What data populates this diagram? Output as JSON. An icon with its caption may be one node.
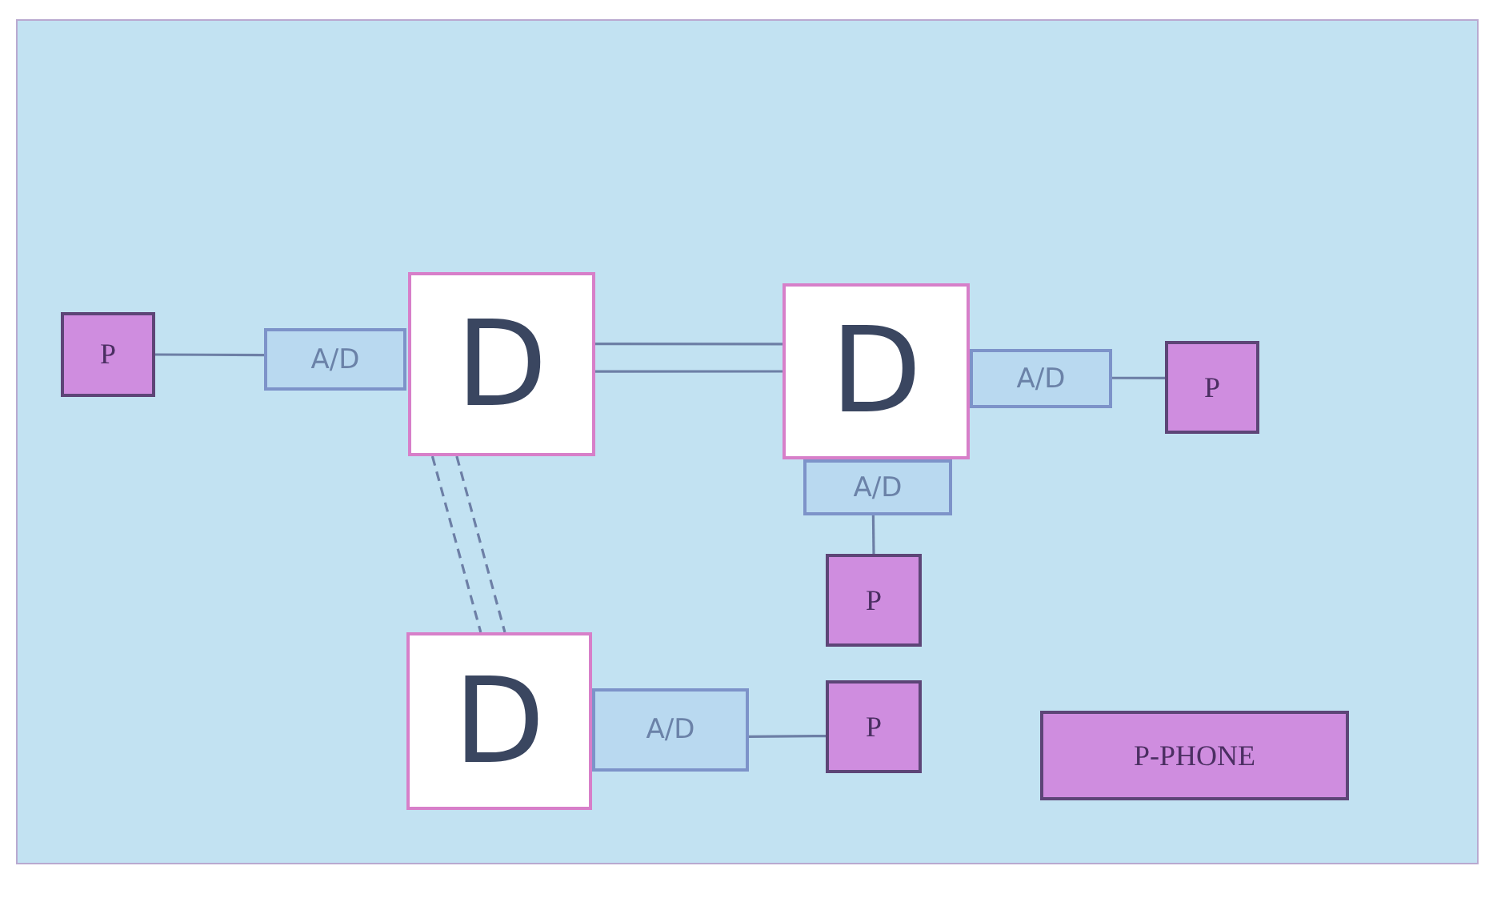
{
  "diagram": {
    "nodes": [
      {
        "text": [
          "P"
        ]
      },
      {
        "text": [
          "A/D"
        ]
      },
      {
        "text": [
          "D"
        ]
      },
      {
        "text": [
          "D"
        ]
      },
      {
        "text": [
          "A/D"
        ]
      },
      {
        "text": [
          "P"
        ]
      },
      {
        "text": [
          "A/D"
        ]
      },
      {
        "text": [
          "P"
        ]
      },
      {
        "text": [
          "D"
        ]
      },
      {
        "text": [
          "A/D"
        ]
      },
      {
        "text": [
          "P"
        ]
      },
      {
        "text": [
          "P-PHONE"
        ]
      }
    ],
    "edges": [
      {
        "from": 0,
        "to": 1,
        "arrow": "none"
      },
      {
        "from": 2,
        "to": 3,
        "arrow": "none"
      },
      {
        "from": 2,
        "to": 3,
        "arrow": "none"
      },
      {
        "from": 2,
        "to": 8,
        "arrow": "none",
        "style": "dashed"
      },
      {
        "from": 2,
        "to": 8,
        "arrow": "none",
        "style": "dashed"
      },
      {
        "from": 4,
        "to": 5,
        "arrow": "none"
      },
      {
        "from": 6,
        "to": 7,
        "arrow": "none"
      },
      {
        "from": 9,
        "to": 10,
        "arrow": "none"
      }
    ]
  }
}
